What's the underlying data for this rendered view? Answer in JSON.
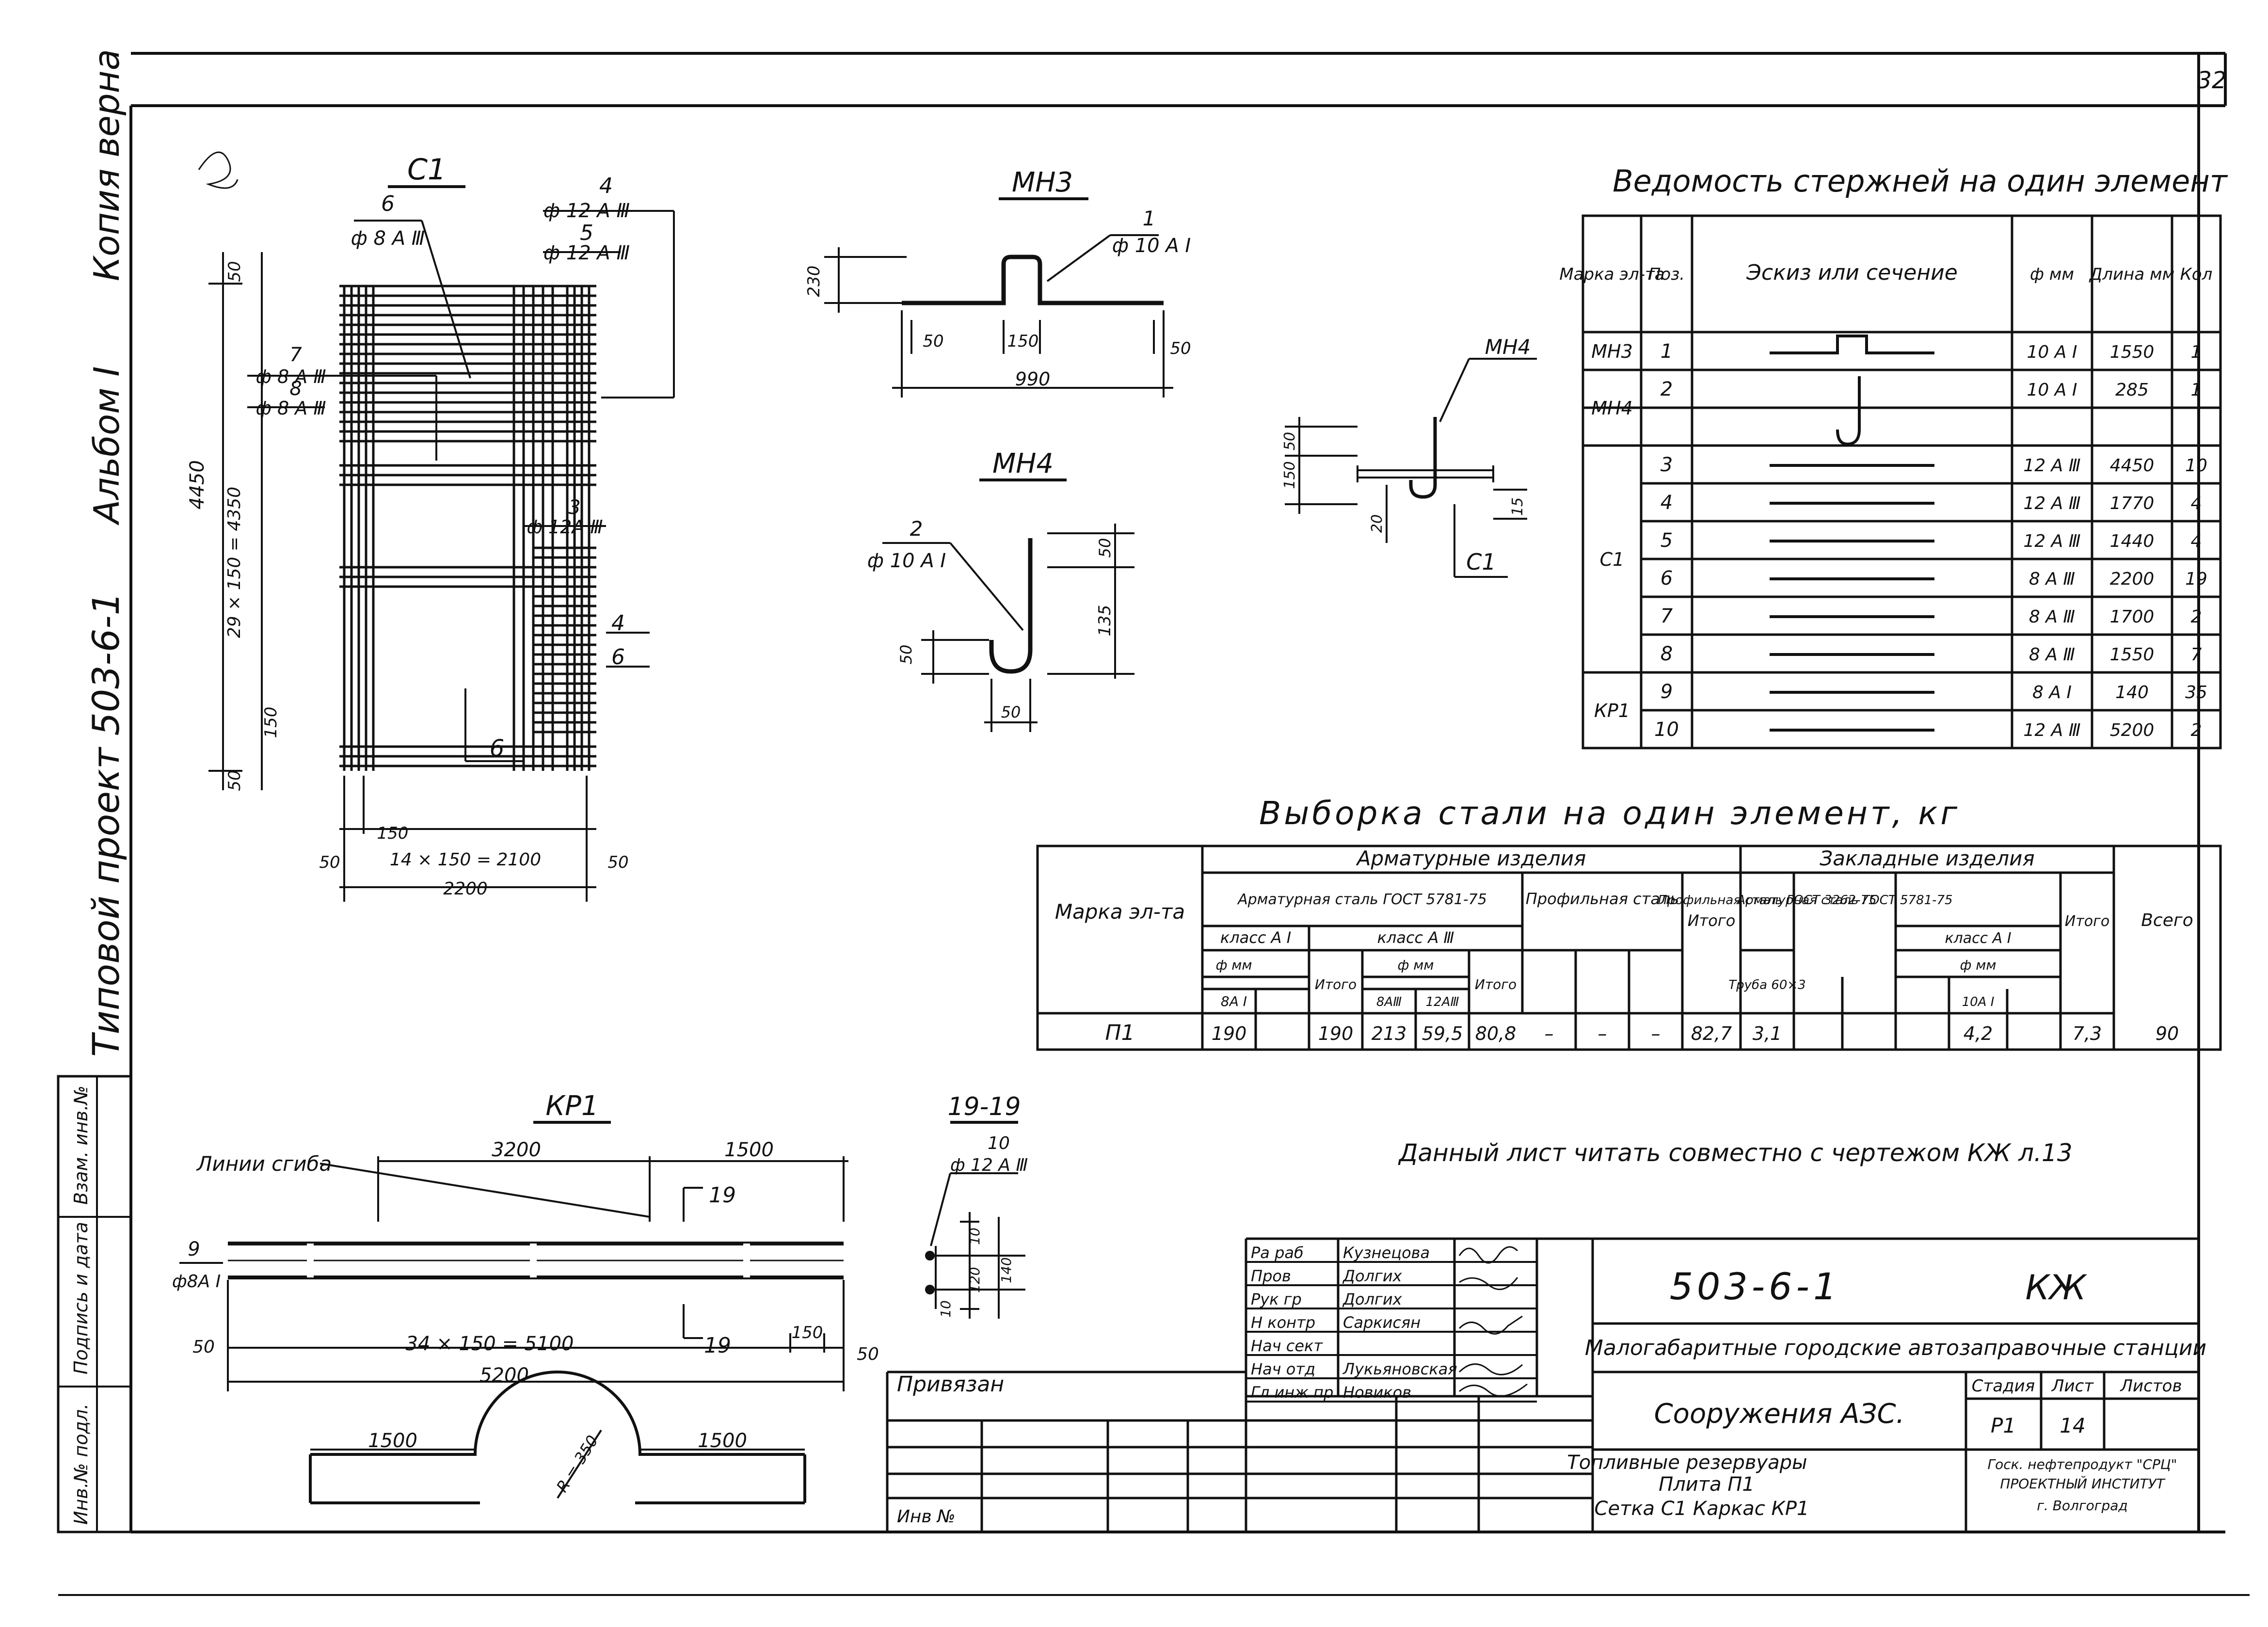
{
  "sheet_number": "32",
  "side_stamp": {
    "project": "Типовой проект 503-6-1",
    "album": "Альбом I",
    "copy": "Копия верна"
  },
  "left_strip": {
    "inv_orig": "Инв.№ подл.",
    "sign_date": "Подпись и дата",
    "replace_inv": "Взам. инв.№"
  },
  "c1": {
    "title": "С1",
    "callouts": [
      {
        "pos": "6",
        "bar": "ф 8 A Ⅲ"
      },
      {
        "pos": "4",
        "bar": "ф 12 A Ⅲ"
      },
      {
        "pos": "5",
        "bar": "ф 12 A Ⅲ"
      },
      {
        "pos": "7",
        "bar": "ф 8 A Ⅲ"
      },
      {
        "pos": "8",
        "bar": "ф 8 A Ⅲ"
      },
      {
        "pos": "3",
        "bar": "ф 12A Ⅲ"
      }
    ],
    "side_pos": [
      "4",
      "6"
    ],
    "pos_bottom": "6",
    "dims": {
      "top50": "50",
      "height": "4450",
      "mid": "29 × 150 = 4350",
      "v150": "150",
      "bot50": "50",
      "h150": "150",
      "left50": "50",
      "span": "14 × 150 = 2100",
      "right50": "50",
      "width": "2200"
    }
  },
  "mn3": {
    "title": "МН3",
    "pos": "1",
    "bar": "ф 10 A I",
    "dims": {
      "h": "230",
      "l50": "50",
      "mid": "150",
      "r50": "50",
      "len": "990"
    }
  },
  "mn4": {
    "title": "МН4",
    "pos": "2",
    "bar": "ф 10 A I",
    "dims": {
      "top": "50",
      "h": "135",
      "hook": "50",
      "w": "50"
    }
  },
  "section": {
    "mn4_label": "МН4",
    "c1_label": "С1",
    "dims": {
      "a": "50",
      "b": "150",
      "c": "20",
      "d": "15"
    }
  },
  "vedomost": {
    "title": "Ведомость стержней на один элемент",
    "headers": [
      "Марка эл-та",
      "Поз.",
      "Эскиз или сечение",
      "ф мм",
      "Длина мм",
      "Кол"
    ],
    "rows": [
      {
        "mark": "МН3",
        "pos": "1",
        "dia": "10 A I",
        "len": "1550",
        "qty": "1"
      },
      {
        "mark": "МН4",
        "pos": "2",
        "dia": "10 A I",
        "len": "285",
        "qty": "1"
      },
      {
        "mark": "",
        "pos": "",
        "dia": "",
        "len": "",
        "qty": ""
      },
      {
        "mark": "С1",
        "pos": "3",
        "dia": "12 A Ⅲ",
        "len": "4450",
        "qty": "10"
      },
      {
        "mark": "",
        "pos": "4",
        "dia": "12 A Ⅲ",
        "len": "1770",
        "qty": "4"
      },
      {
        "mark": "",
        "pos": "5",
        "dia": "12 A Ⅲ",
        "len": "1440",
        "qty": "4"
      },
      {
        "mark": "",
        "pos": "6",
        "dia": "8 A Ⅲ",
        "len": "2200",
        "qty": "19"
      },
      {
        "mark": "",
        "pos": "7",
        "dia": "8 A Ⅲ",
        "len": "1700",
        "qty": "2"
      },
      {
        "mark": "",
        "pos": "8",
        "dia": "8 A Ⅲ",
        "len": "1550",
        "qty": "7"
      },
      {
        "mark": "КР1",
        "pos": "9",
        "dia": "8 A I",
        "len": "140",
        "qty": "35"
      },
      {
        "mark": "",
        "pos": "10",
        "dia": "12 A Ⅲ",
        "len": "5200",
        "qty": "2"
      }
    ]
  },
  "vyborka": {
    "title": "Выборка стали на один элемент, кг",
    "h_mark": "Марка эл-та",
    "h_arm": "Арматурные изделия",
    "h_zakl": "Закладные изделия",
    "h_armsteel": "Арматурная сталь ГОСТ 5781-75",
    "h_prof": "Профильная сталь",
    "h_itogo": "Итого",
    "h_prof2": "Профильная сталь ГОСТ 3262-75",
    "h_arm2": "Арматурная сталь ГОСТ 5781-75",
    "h_itogo2": "Итого",
    "h_vsego": "Всего",
    "h_klass_a1": "класс A I",
    "h_klass_a3": "класс A Ⅲ",
    "h_dmm": "ф мм",
    "h_8a1": "8A I",
    "h_itogo_a1": "Итого",
    "h_dmm2": "ф мм",
    "h_8a3": "8AⅢ",
    "h_12a3": "12AⅢ",
    "h_itogo_a3": "Итого",
    "h_truba": "Труба 60×3",
    "h_klass_a1b": "класс A I",
    "h_dmm3": "ф мм",
    "h_10a1": "10A I",
    "row": [
      "П1",
      "190",
      "",
      "190",
      "213",
      "59,5",
      "80,8",
      "–",
      "–",
      "–",
      "82,7",
      "3,1",
      "",
      "",
      "",
      "4,2",
      "",
      "7,3",
      "90"
    ]
  },
  "note": "Данный лист читать совместно с чертежом КЖ л.13",
  "kr1": {
    "title": "КР1",
    "bend_line": "Линии сгиба",
    "pos9": "9",
    "bar9": "ф8A I",
    "dims": {
      "a": "3200",
      "b": "1500",
      "l50": "50",
      "span": "34 × 150 = 5100",
      "s150": "150",
      "r50": "50",
      "len": "5200",
      "b1": "1500",
      "b2": "1500",
      "r": "R = 350"
    },
    "cut": "19"
  },
  "section1919": {
    "title": "19-19",
    "pos": "10",
    "bar": "ф 12 A Ⅲ",
    "dims": {
      "a": "10",
      "b": "120",
      "c": "140",
      "d": "10"
    }
  },
  "stamp": {
    "code": "503-6-1",
    "mark": "КЖ",
    "project_name": "Малогабаритные городские автозаправочные станции",
    "section_name": "Сооружения АЗС.",
    "sheet_desc": [
      "Топливные резервуары",
      "Плита П1",
      "Сетка С1   Каркас КР1"
    ],
    "stage_h": "Стадия",
    "sheet_h": "Лист",
    "sheets_h": "Листов",
    "stage": "Р1",
    "sheet": "14",
    "org_line1": "Гоcк. нефтепродукт \"СРЦ\"",
    "org_line2": "ПРОЕКТНЫЙ ИНСТИТУТ",
    "org_line3": "г. Волгоград",
    "roles": [
      {
        "role": "Ра раб",
        "name": "Кузнецова"
      },
      {
        "role": "Пров",
        "name": "Долгих"
      },
      {
        "role": "Рук гр",
        "name": "Долгих"
      },
      {
        "role": "Н контр",
        "name": "Саркисян"
      },
      {
        "role": "Нач сект",
        "name": ""
      },
      {
        "role": "Нач отд",
        "name": "Лукьяновская"
      },
      {
        "role": "Гл инж пр",
        "name": "Новиков"
      }
    ],
    "privyazan": "Привязан",
    "inv_no": "Инв №"
  }
}
